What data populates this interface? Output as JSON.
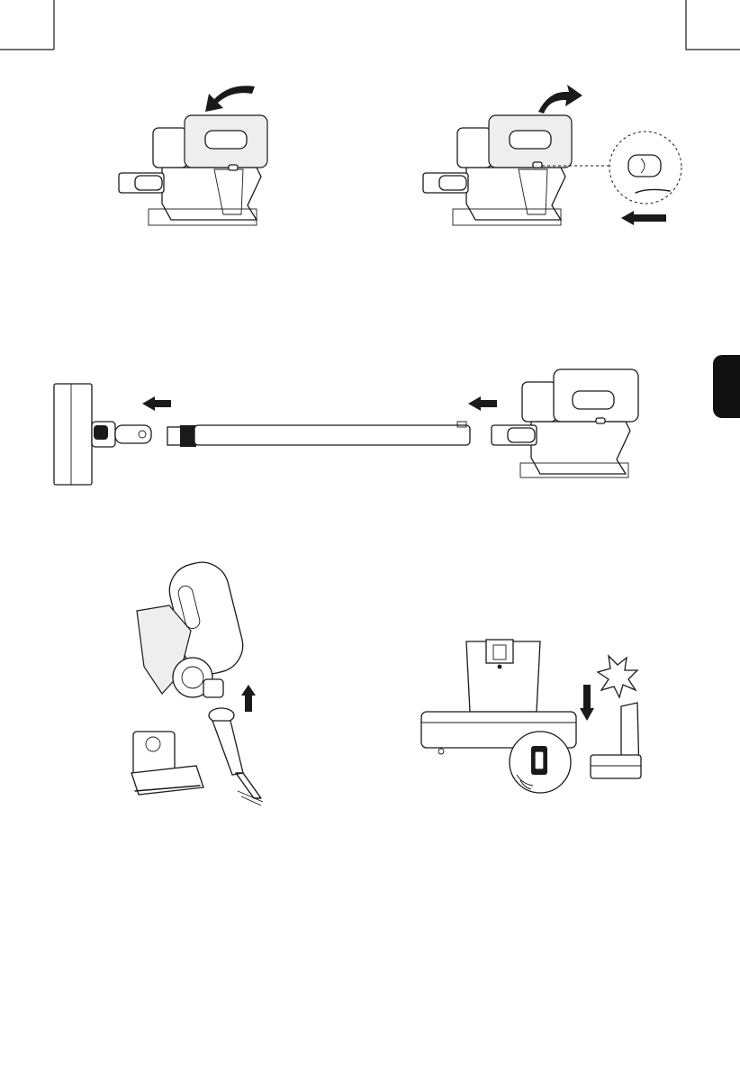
{
  "page": {
    "background": "#ffffff",
    "line_color": "#1a1a1a",
    "tab_color": "#111111"
  },
  "figures": [
    {
      "name": "unlock-dust-bin-step",
      "arrow": "curved-arrow-left-icon"
    },
    {
      "name": "lock-dust-bin-step",
      "arrow": "curved-arrow-right-icon",
      "detail": "release-switch-detail"
    },
    {
      "name": "assemble-tube-and-floor-brush-step",
      "arrows": [
        "push-arrow-left-icon",
        "push-arrow-left-icon"
      ]
    },
    {
      "name": "attach-accessories-step",
      "arrow": "push-arrow-up-icon"
    },
    {
      "name": "charging-base-step",
      "arrow": "push-arrow-down-icon",
      "detail": "wall-mount-detail"
    }
  ]
}
